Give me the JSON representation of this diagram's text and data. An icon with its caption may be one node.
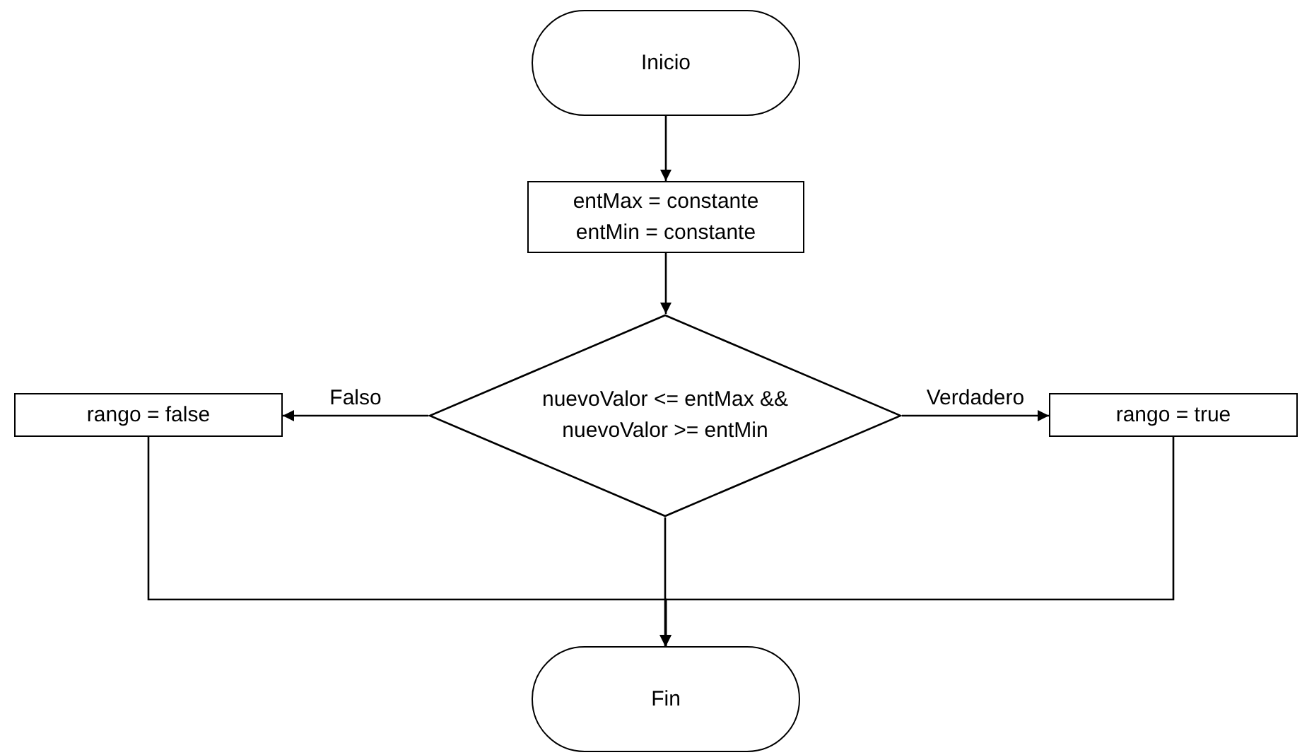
{
  "diagram": {
    "nodes": [
      {
        "text": [
          "Inicio"
        ]
      },
      {
        "text": [
          "entMax = constante",
          "entMin = constante"
        ]
      },
      {
        "text": [
          "nuevoValor <= entMax && nuevoValor  >= entMin"
        ]
      },
      {
        "text": [
          "rango = false"
        ]
      },
      {
        "text": [
          "rango = true"
        ]
      },
      {
        "text": [
          "Fin"
        ]
      }
    ],
    "edges": [
      {
        "from": 0,
        "to": 1,
        "arrow": "to"
      },
      {
        "from": 1,
        "to": 2,
        "arrow": "to"
      },
      {
        "from": 2,
        "to": 3,
        "arrow": "to",
        "label": "Falso"
      },
      {
        "from": 2,
        "to": 4,
        "arrow": "to",
        "label": "Verdadero"
      },
      {
        "from": 2,
        "to": 5,
        "arrow": "to"
      },
      {
        "from": 3,
        "to": 5,
        "arrow": "to"
      },
      {
        "from": 4,
        "to": 5,
        "arrow": "to"
      }
    ]
  }
}
